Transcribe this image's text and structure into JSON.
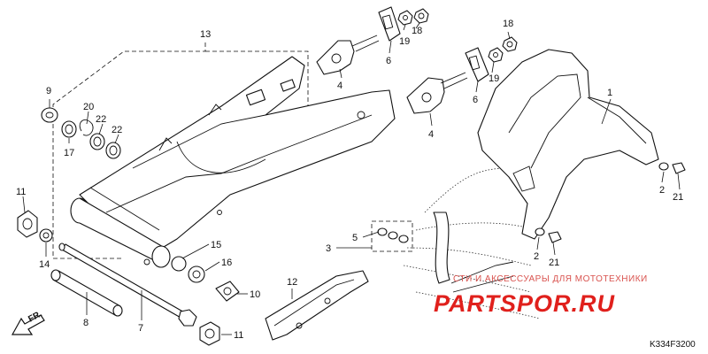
{
  "diagram_code": "K334F3200",
  "direction_label": "FR.",
  "watermark": {
    "caption": "СТИ И АКСЕССУАРЫ ДЛЯ МОТОТЕХНИКИ",
    "logo_text": "PARTSPOR.RU"
  },
  "callouts": {
    "p1": "1",
    "p2a": "2",
    "p2b": "2",
    "p3": "3",
    "p4a": "4",
    "p4b": "4",
    "p5": "5",
    "p6a": "6",
    "p6b": "6",
    "p7": "7",
    "p8": "8",
    "p9": "9",
    "p10": "10",
    "p11a": "11",
    "p11b": "11",
    "p12": "12",
    "p13": "13",
    "p14": "14",
    "p15": "15",
    "p16": "16",
    "p17": "17",
    "p18a": "18",
    "p18b": "18",
    "p19a": "19",
    "p19b": "19",
    "p20": "20",
    "p21a": "21",
    "p21b": "21",
    "p22a": "22",
    "p22b": "22"
  }
}
